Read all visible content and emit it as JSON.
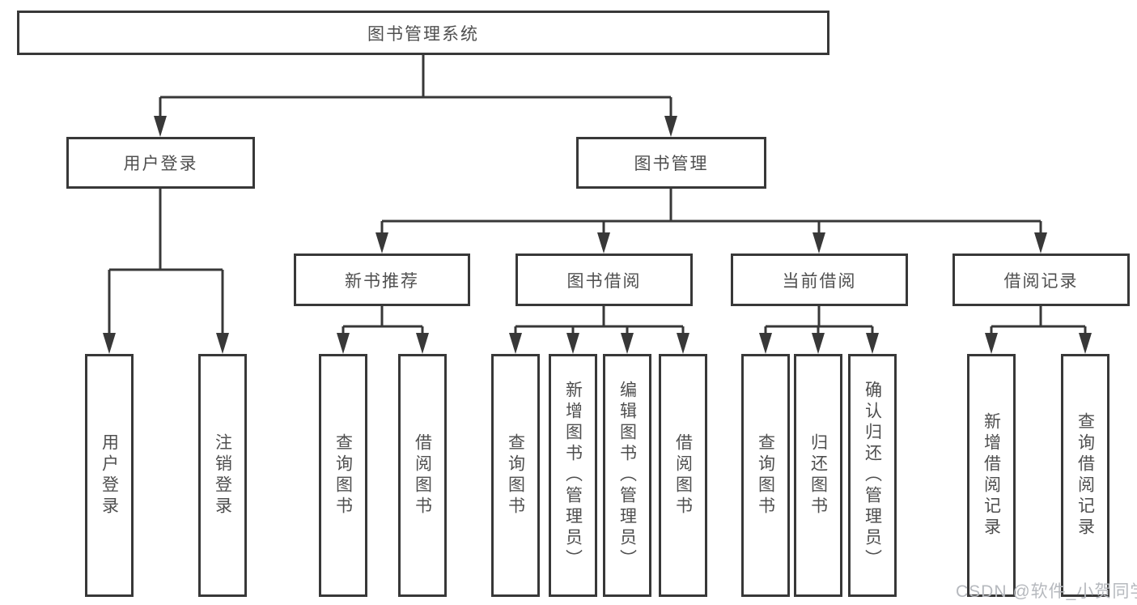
{
  "diagram": {
    "type": "hierarchy-tree",
    "root": {
      "label": "图书管理系统"
    },
    "level2": [
      {
        "label": "用户登录"
      },
      {
        "label": "图书管理"
      }
    ],
    "level3": [
      {
        "label": "新书推荐"
      },
      {
        "label": "图书借阅"
      },
      {
        "label": "当前借阅"
      },
      {
        "label": "借阅记录"
      }
    ],
    "leaves": [
      {
        "label": "用户登录",
        "parent": "用户登录"
      },
      {
        "label": "注销登录",
        "parent": "用户登录"
      },
      {
        "label": "查询图书",
        "parent": "新书推荐"
      },
      {
        "label": "借阅图书",
        "parent": "新书推荐"
      },
      {
        "label": "查询图书",
        "parent": "图书借阅"
      },
      {
        "label": "新增图书（管理员）",
        "parent": "图书借阅"
      },
      {
        "label": "编辑图书（管理员）",
        "parent": "图书借阅"
      },
      {
        "label": "借阅图书",
        "parent": "图书借阅"
      },
      {
        "label": "查询图书",
        "parent": "当前借阅"
      },
      {
        "label": "归还图书",
        "parent": "当前借阅"
      },
      {
        "label": "确认归还（管理员）",
        "parent": "当前借阅"
      },
      {
        "label": "新增借阅记录",
        "parent": "借阅记录"
      },
      {
        "label": "查询借阅记录",
        "parent": "借阅记录"
      }
    ],
    "colors": {
      "line": "#383838",
      "node_border": "#383838",
      "node_text": "#4f4f4f",
      "background": "#ffffff"
    }
  },
  "watermark": {
    "text": "CSDN @软件_小贺同学",
    "color": "#b6b9be"
  }
}
